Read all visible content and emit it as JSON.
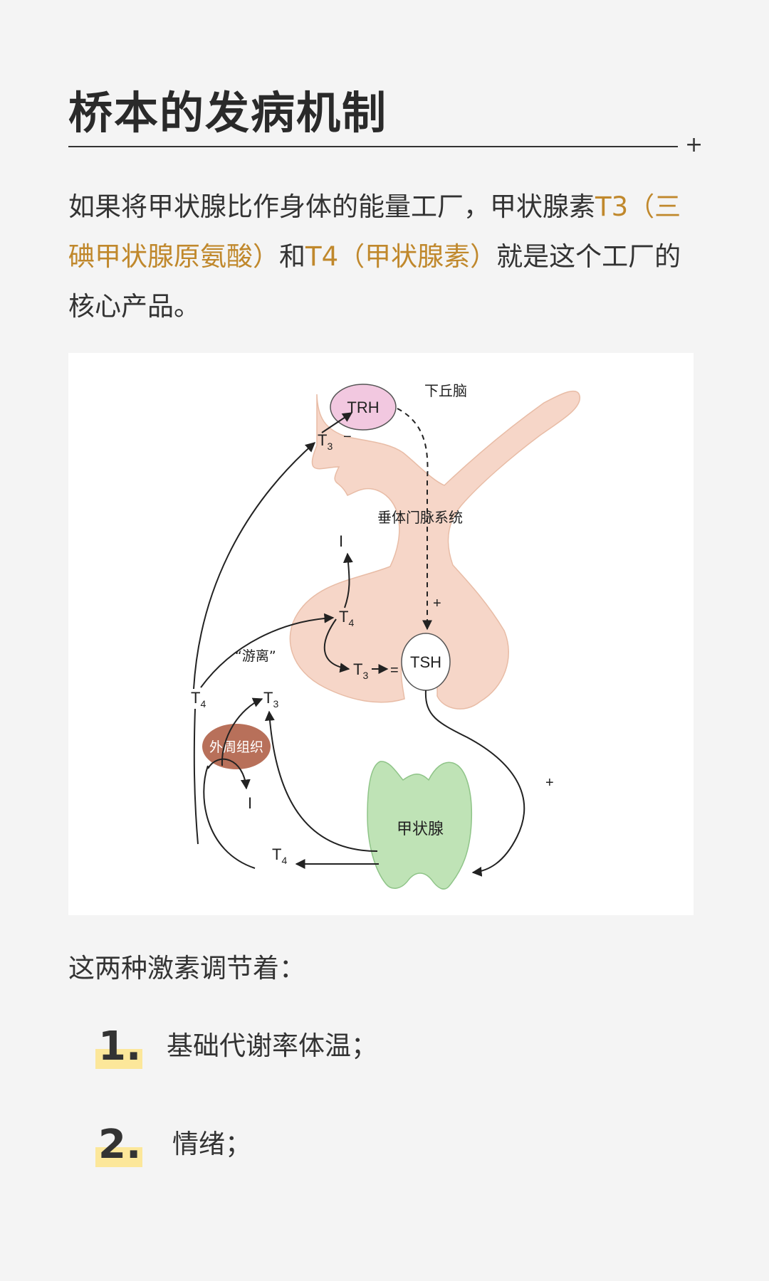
{
  "page": {
    "title": "桥本的发病机制",
    "divider_mark": "+"
  },
  "intro": {
    "part1": "如果将甲状腺比作身体的能量工厂，甲状腺素",
    "hl1": "T3（三碘甲状腺原氨酸）",
    "part2": "和",
    "hl2": "T4（甲状腺素）",
    "part3": "就是这个工厂的核心产品。"
  },
  "diagram": {
    "hypothalamus": "下丘脑",
    "trh": "TRH",
    "portal_system": "垂体门脉系统",
    "tsh": "TSH",
    "free": "“游离”",
    "peripheral": "外周组织",
    "thyroid": "甲状腺",
    "t3": "T",
    "t3_sub": "3",
    "t4": "T",
    "t4_sub": "4",
    "iodide": "I",
    "plus": "+",
    "minus": "−",
    "equals": "="
  },
  "regulation_intro": "这两种激素调节着：",
  "list": [
    {
      "number": "1.",
      "text": "基础代谢率体温；"
    },
    {
      "number": "2.",
      "text": "情绪；"
    }
  ],
  "colors": {
    "accent_text": "#c0882c",
    "number_highlight": "#fce79a",
    "pituitary": "#f6d6c8",
    "trh_bubble": "#f2c8e0",
    "thyroid": "#bfe3b6",
    "peripheral": "#b8705a"
  }
}
